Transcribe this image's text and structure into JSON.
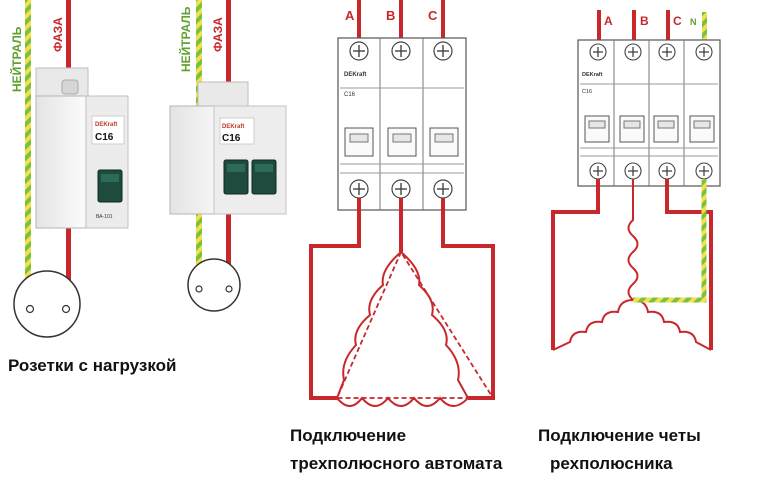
{
  "labels": {
    "neutral": "НЕЙТРАЛЬ",
    "phase": "ФАЗА",
    "phase_a": "A",
    "phase_b": "B",
    "phase_c": "C",
    "neutral_n": "N"
  },
  "breakers": {
    "brand": "DEKraft",
    "rating": "C16",
    "small_marking": "ВА-101"
  },
  "captions": {
    "sockets": "Розетки с нагрузкой",
    "three_pole_line1": "Подключение",
    "three_pole_line2": "трехполюсного автомата",
    "four_pole_line1": "Подключение четы",
    "four_pole_line2": "рехполюсника"
  },
  "colors": {
    "phase_wire": "#c8282c",
    "neutral_green": "#7ac043",
    "neutral_yellow": "#f2e14a",
    "breaker_body": "#f3f3f3",
    "lever": "#1f4a3e"
  }
}
